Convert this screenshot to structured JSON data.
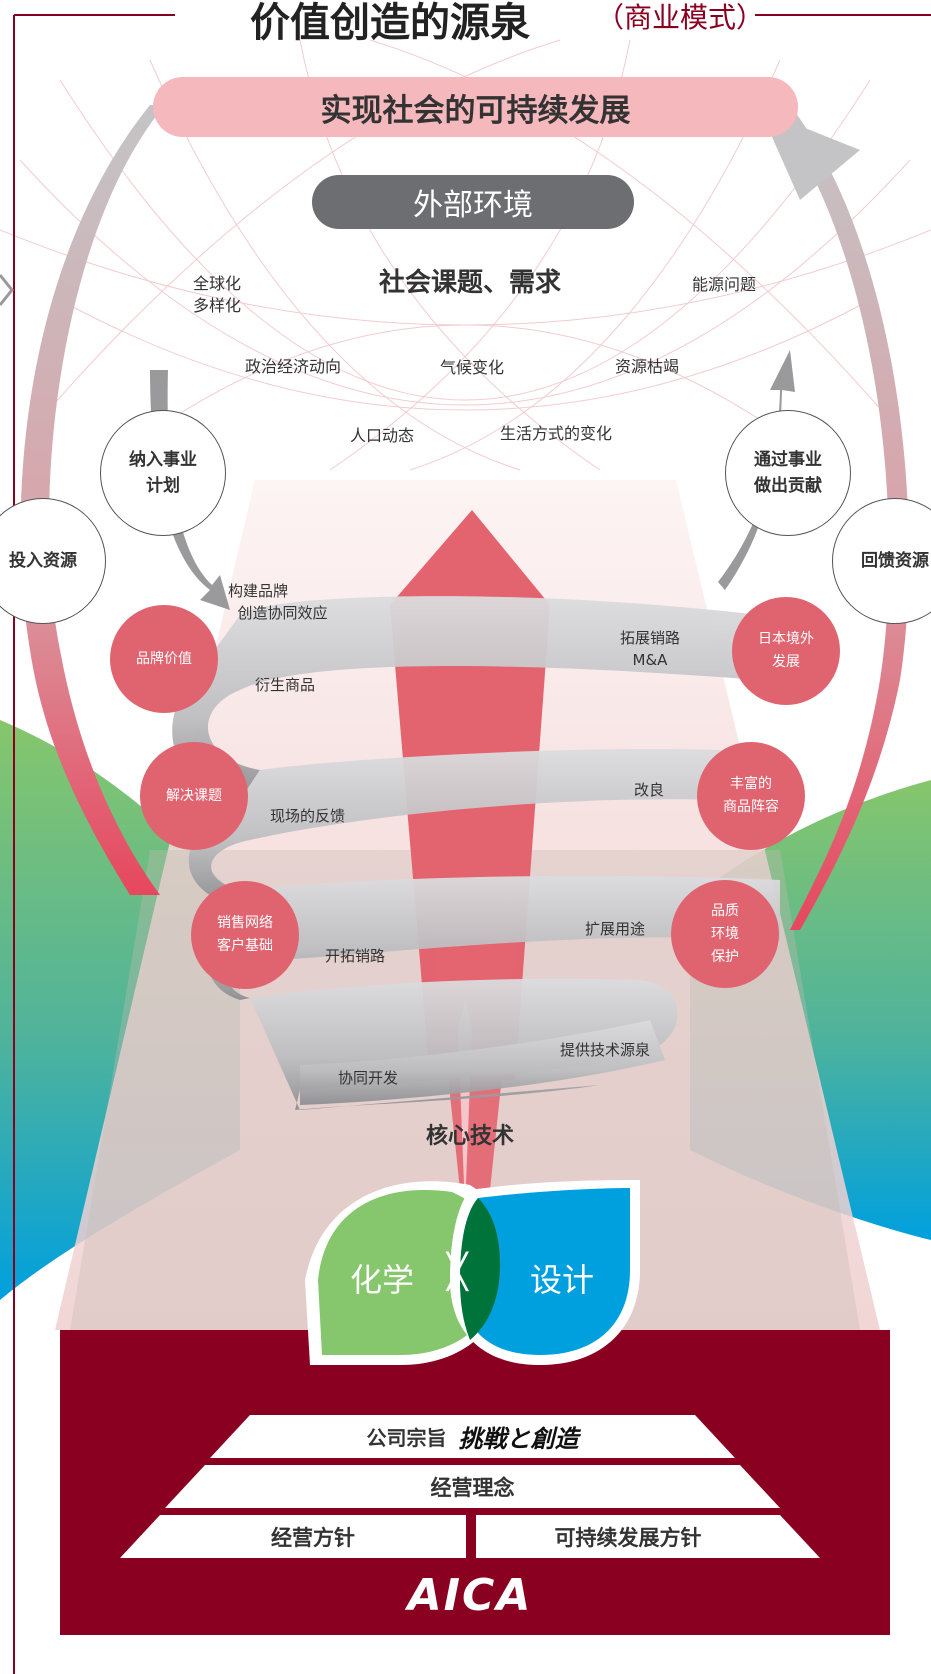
{
  "header": {
    "title": "价值创造的源泉",
    "subtitle": "（商业模式）"
  },
  "top_goal": "实现社会的可持续发展",
  "environment": {
    "label": "外部环境",
    "heading": "社会课题、需求",
    "items": [
      "全球化\n多样化",
      "能源问题",
      "政治经济动向",
      "气候变化",
      "资源枯竭",
      "人口动态",
      "生活方式的变化"
    ]
  },
  "cycle": {
    "input_resources": "投入资源",
    "return_resources": "回馈资源",
    "plan": "纳入事业\n计划",
    "contribute": "通过事业\n做出贡献"
  },
  "spiral": {
    "left_circles": [
      "品牌价值",
      "解决课题",
      "销售网络\n客户基础"
    ],
    "right_circles": [
      "日本境外\n发展",
      "丰富的\n商品阵容",
      "品质\n环境\n保护"
    ],
    "labels": [
      "构建品牌\n  创造协同效应",
      "衍生商品",
      "拓展销路\nM&A",
      "现场的反馈",
      "改良",
      "开拓销路",
      "扩展用途",
      "协同开发",
      "提供技术源泉"
    ],
    "core": "核心技术"
  },
  "leaves": {
    "left": "化学",
    "cross": "╳",
    "right": "设计"
  },
  "pyramid": {
    "motto_label": "公司宗旨",
    "motto_calligraphy": "挑戦と創造",
    "philosophy": "经营理念",
    "policy_left": "经营方针",
    "policy_right": "可持续发展方针"
  },
  "logo": "AICA",
  "colors": {
    "maroon": "#8a0020",
    "pink": "#f4b8bd",
    "red": "#e06470",
    "green": "#86c66c",
    "blue": "#00a0de",
    "gray": "#6d6e72"
  }
}
